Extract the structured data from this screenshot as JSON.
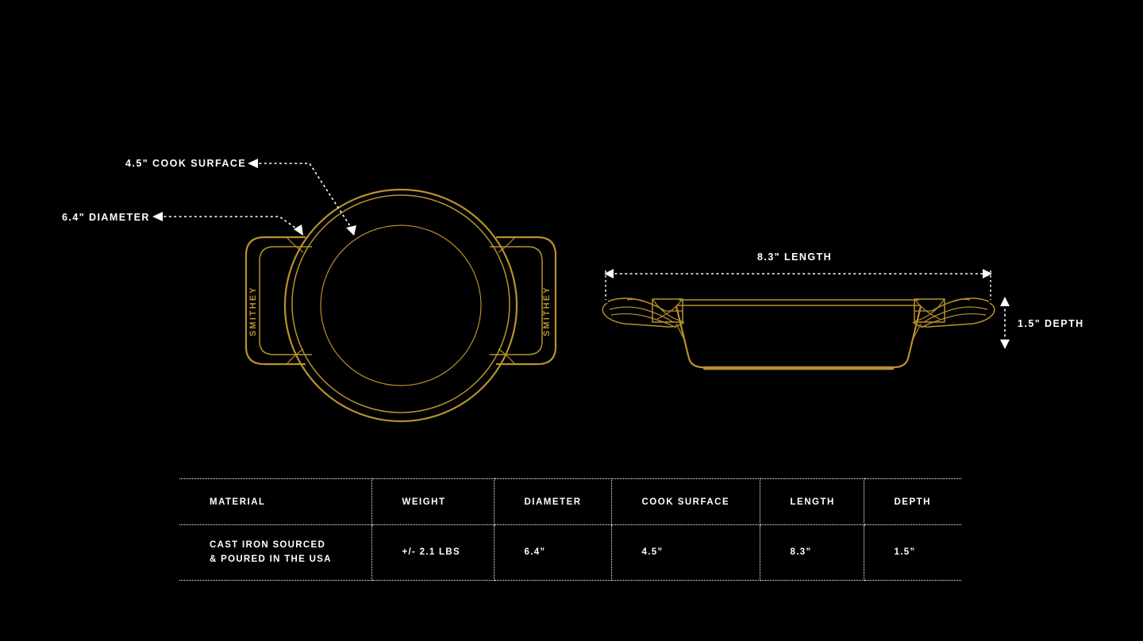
{
  "meta": {
    "brand": "SMITHEY",
    "background_color": "#000000",
    "line_color": "#b8912e",
    "annotation_color": "#ffffff"
  },
  "callouts": {
    "cook_surface": "4.5\" COOK SURFACE",
    "diameter": "6.4\" DIAMETER",
    "length": "8.3\" LENGTH",
    "depth": "1.5\" DEPTH"
  },
  "drawings": {
    "top_view": {
      "name": "top-view-pan",
      "handle_text_left": "SMITHEY",
      "handle_text_right": "SMITHEY"
    },
    "side_view": {
      "name": "side-view-pan"
    }
  },
  "spec_table": {
    "headers": [
      "MATERIAL",
      "WEIGHT",
      "DIAMETER",
      "COOK SURFACE",
      "LENGTH",
      "DEPTH"
    ],
    "rows": [
      {
        "material": "CAST IRON SOURCED\n& POURED IN THE USA",
        "weight": "+/- 2.1 LBS",
        "diameter": "6.4”",
        "cook_surface": "4.5”",
        "length": "8.3”",
        "depth": "1.5”"
      }
    ]
  }
}
